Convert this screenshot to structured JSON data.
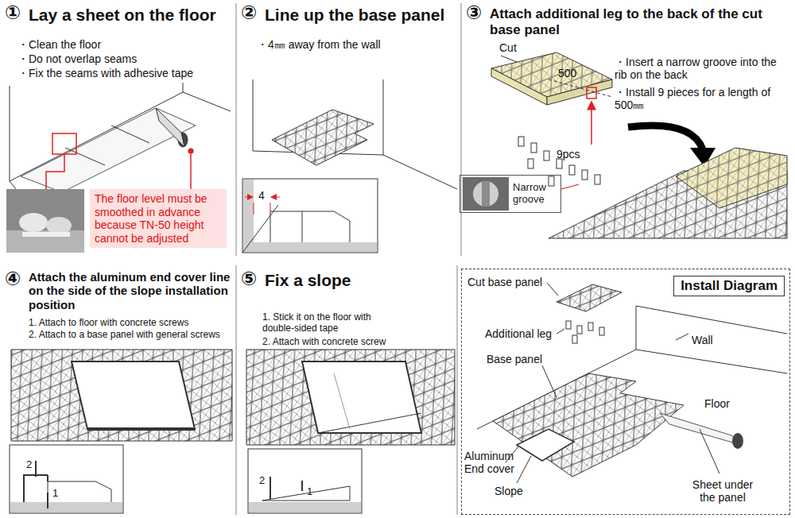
{
  "diagram": {
    "nodes": [
      {
        "text": [
          "The floor level must be smoothed in advance because TN-50 height cannot be adjusted"
        ]
      },
      {
        "text": [
          "Narrow groove"
        ]
      },
      {
        "text": [
          "Install Diagram"
        ]
      }
    ],
    "labels": [
      "①",
      "Lay a sheet on the floor",
      "・Clean the floor",
      "・Do not overlap seams",
      "・Fix the seams with adhesive tape",
      "②",
      "Line up the base panel",
      "・4㎜ away from the wall",
      "4",
      "③",
      "Attach additional leg to the back of the cut base panel",
      "Cut",
      "500",
      "・Insert a narrow groove into the rib on the back",
      "・Install 9 pieces for a length of 500㎜",
      "9pcs",
      "④",
      "Attach the aluminum end cover line on the side of the slope installation position",
      "1. Attach to floor with concrete screws",
      "2. Attach to a base panel with general screws",
      "2",
      "1",
      "⑤",
      "Fix a slope",
      "1. Stick it on the floor with double-sided tape",
      "2. Attach with concrete screw",
      "2",
      "1",
      "Cut base panel",
      "Additional leg",
      "Base panel",
      "Wall",
      "Floor",
      "Aluminum End cover",
      "Slope",
      "Sheet under the panel"
    ]
  }
}
